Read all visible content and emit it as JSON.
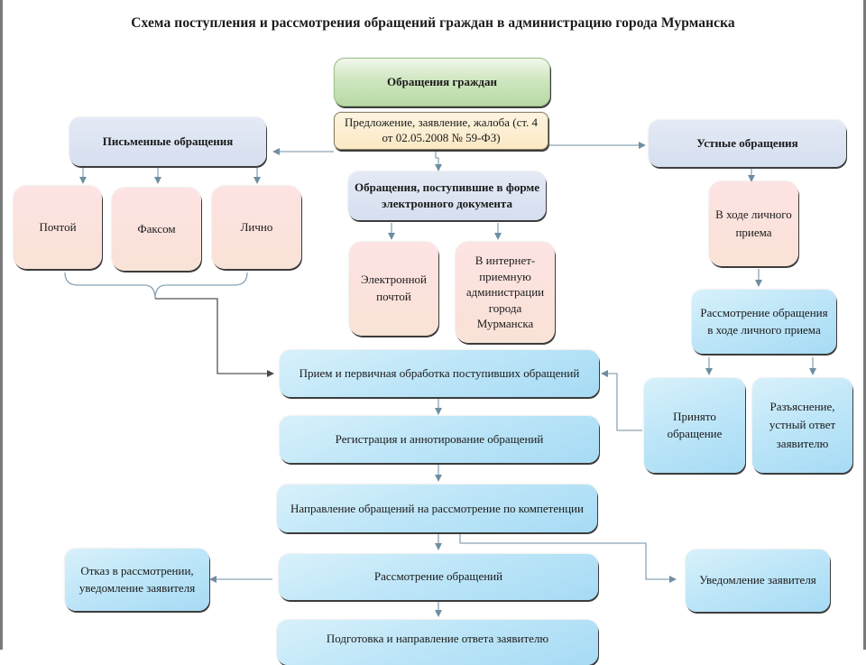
{
  "title": "Схема поступления и рассмотрения обращений граждан в администрацию города Мурманска",
  "nodes": {
    "citizens": "Обращения граждан",
    "types": "Предложение, заявление, жалоба (ст. 4 от 02.05.2008 № 59-ФЗ)",
    "written": "Письменные обращения",
    "oral": "Устные обращения",
    "electronic": "Обращения, поступившие в форме электронного документа",
    "by_mail": "Почтой",
    "by_fax": "Факсом",
    "in_person": "Лично",
    "by_email": "Электронной почтой",
    "internet_reception": "В интернет-приемную администрации города Мурманска",
    "personal_reception": "В ходе личного приема",
    "personal_review": "Рассмотрение обращения в ходе личного приема",
    "accepted": "Принято обращение",
    "oral_answer": "Разъяснение, устный ответ заявителю",
    "intake": "Прием и первичная обработка поступивших обращений",
    "registration": "Регистрация и аннотирование обращений",
    "routing": "Направление обращений на рассмотрение по компетенции",
    "review": "Рассмотрение обращений",
    "refusal": "Отказ в рассмотрении, уведомление заявителя",
    "notify": "Уведомление заявителя",
    "response": "Подготовка и направление ответа заявителю"
  },
  "colors": {
    "connector": "#6f8ea3",
    "dark_connector": "#4a4a4a"
  }
}
